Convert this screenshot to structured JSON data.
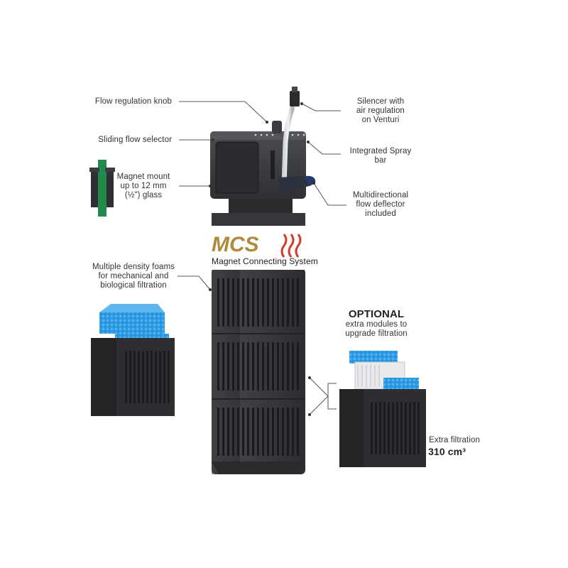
{
  "callouts": {
    "flow_knob": "Flow regulation knob",
    "sliding_selector": "Sliding flow selector",
    "magnet_mount": [
      "Magnet mount",
      "up to 12 mm",
      "(½\") glass"
    ],
    "foams": [
      "Multiple density foams",
      "for mechanical and",
      "biological filtration"
    ],
    "silencer": [
      "Silencer with",
      "air regulation",
      "on Venturi"
    ],
    "spray_bar": [
      "Integrated Spray",
      "bar"
    ],
    "deflector": [
      "Multidirectional",
      "flow deflector",
      "included"
    ],
    "optional_title": "OPTIONAL",
    "optional_sub": [
      "extra modules to",
      "upgrade filtration"
    ],
    "extra_filtration": "Extra filtration",
    "extra_volume": "310 cm³"
  },
  "logo": {
    "letters": "MCS",
    "caption": "Magnet Connecting System"
  },
  "colors": {
    "body": "#3c3d3f",
    "body_dark": "#2a2b2d",
    "foam": "#2f9de6",
    "foam_light": "#7cc6f5",
    "glass": "#1f8a4c",
    "logo_gold": "#b08a3c",
    "logo_red": "#d23b2a",
    "logo_blue": "#2d5fae",
    "leader": "#555555"
  }
}
